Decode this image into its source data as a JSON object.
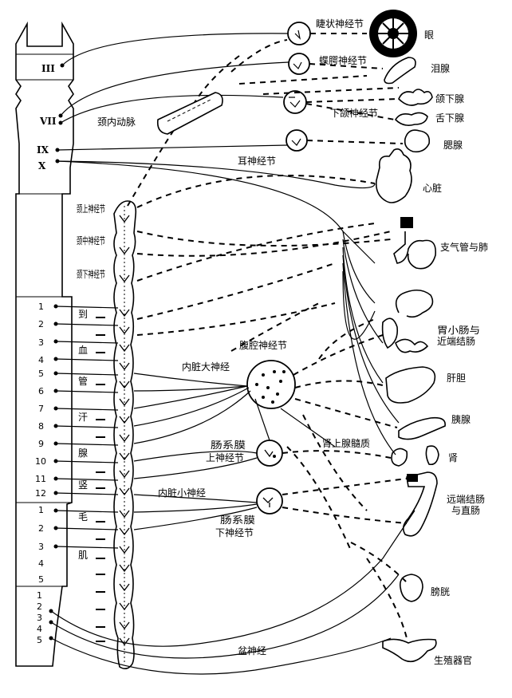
{
  "spinal_levels": {
    "cranial": [
      "III",
      "VII",
      "IX",
      "X"
    ],
    "thoracic": [
      "1",
      "2",
      "3",
      "4",
      "5",
      "6",
      "7",
      "8",
      "9",
      "10",
      "11",
      "12"
    ],
    "lumbar": [
      "1",
      "2",
      "3",
      "4",
      "5"
    ],
    "sacral": [
      "1",
      "2",
      "3",
      "4",
      "5"
    ]
  },
  "chain_ganglia": {
    "superior_cervical": "颈上神经节",
    "middle_cervical": "颈中神经节",
    "inferior_cervical": "颈下神经节"
  },
  "effector_text": [
    "到",
    "血",
    "管",
    "汗",
    "腺",
    "竖",
    "毛",
    "肌"
  ],
  "cranial_ganglia": {
    "ciliary": "睫状神经节",
    "pterygopalatine": "蝶腭神经节",
    "submandibular": "下颌神经节",
    "otic": "耳神经节",
    "carotid_artery": "颈内动脉"
  },
  "abdominal_labels": {
    "celiac_ganglion": "腹腔神经节",
    "greater_splanchnic": "内脏大神经",
    "superior_mesenteric": "肠系膜上神经节",
    "adrenal_medulla": "肾上腺髓质",
    "lesser_splanchnic": "内脏小神经",
    "inferior_mesenteric": "肠系膜下神经节",
    "pelvic_nerve": "盆神经"
  },
  "organs": {
    "eye": "眼",
    "lacrimal": "泪腺",
    "submandibular_gland": "颌下腺",
    "sublingual_gland": "舌下腺",
    "parotid": "腮腺",
    "heart": "心脏",
    "bronchi_lung": "支气管与肺",
    "stomach_intestine": "胃小肠与近端结肠",
    "liver": "肝胆",
    "pancreas": "胰腺",
    "kidney": "肾",
    "distal_colon": "远端结肠与直肠",
    "bladder": "膀胱",
    "genitals": "生殖器官"
  }
}
